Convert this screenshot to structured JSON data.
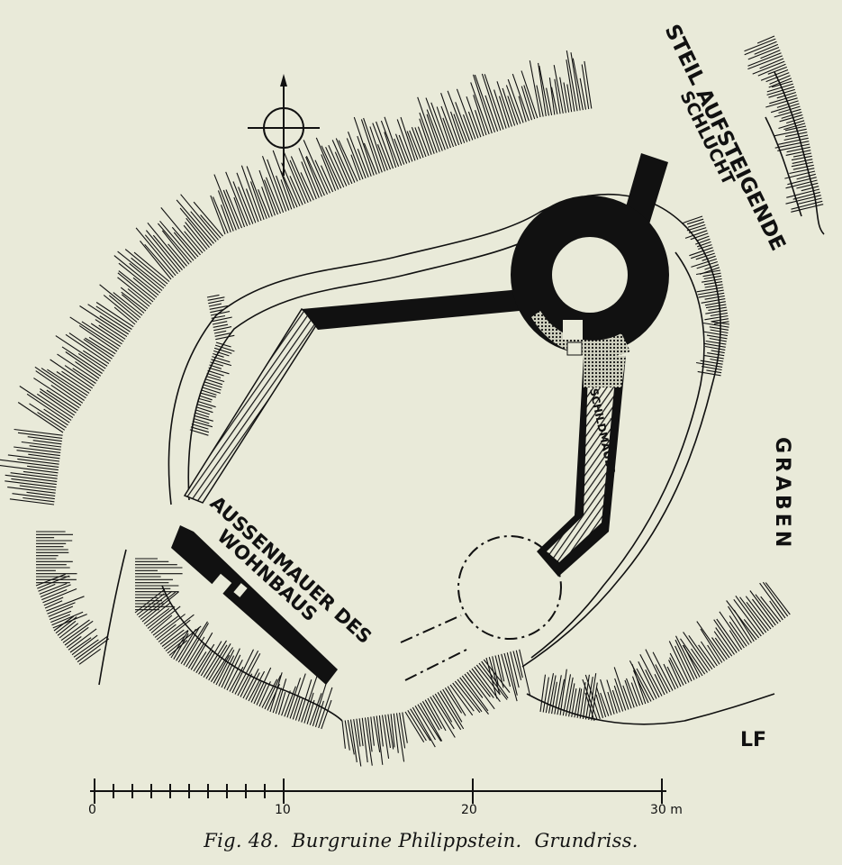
{
  "figure": {
    "caption": "Fig. 48.  Burgruine Philippstein.  Grundriss."
  },
  "labels": {
    "steil_line1": "STEIL AUFSTEIGENDE",
    "steil_line2": "SCHLUCHT",
    "graben": "GRABEN",
    "schildmauer": "SCHILDMAUER",
    "aussenmauer_line1": "AUSSENMAUER DES",
    "aussenmauer_line2": "WOHNBAUS",
    "monogram": "LF"
  },
  "scale_bar": {
    "tick_labels": [
      "0",
      "10",
      "20",
      "30 m"
    ],
    "range_m": [
      0,
      30
    ]
  },
  "colors": {
    "paper": "#e9ead9",
    "ink": "#111111"
  },
  "icons": {
    "north": "north-arrow-icon"
  }
}
